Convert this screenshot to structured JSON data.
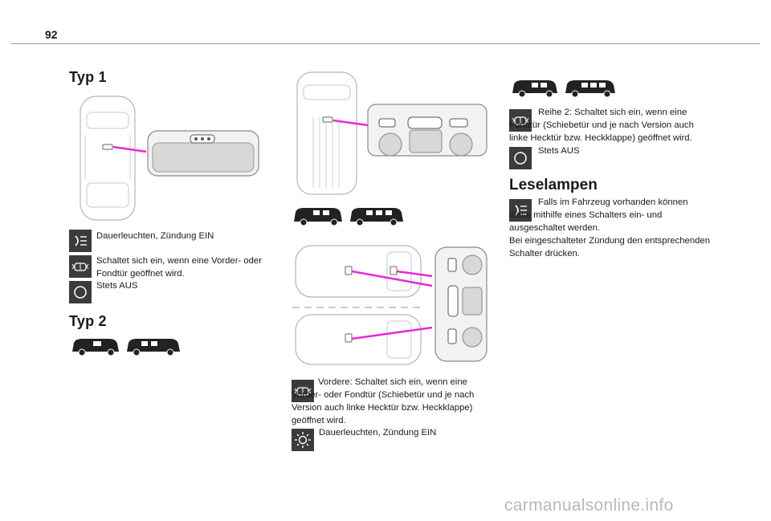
{
  "page_number": "92",
  "typ1": {
    "heading": "Typ 1",
    "rows": [
      {
        "icon": "interior-light-on-icon",
        "text": "Dauerleuchten, Zündung EIN"
      },
      {
        "icon": "door-open-light-icon",
        "text": "Schaltet sich ein, wenn eine Vorder- oder Fondtür geöffnet wird."
      },
      {
        "icon": "light-off-icon",
        "text": "Stets AUS"
      }
    ]
  },
  "typ2": {
    "heading": "Typ 2"
  },
  "middle": {
    "door_text": "Vordere: Schaltet sich ein, wenn eine Vorder- oder Fondtür (Schiebetür und je nach Version auch linke Hecktür bzw. Heckklappe) geöffnet wird.",
    "on_text": "Dauerleuchten, Zündung EIN"
  },
  "right": {
    "row2_text": "Reihe 2: Schaltet sich ein, wenn eine Fondtür (Schiebetür und je nach Version auch linke Hecktür bzw. Heckklappe) geöffnet wird.",
    "off_text": "Stets AUS",
    "leselampen": {
      "heading": "Leselampen",
      "text": "Falls im Fahrzeug vorhanden können diese mithilfe eines Schalters ein- und ausgeschaltet werden.",
      "text2": "Bei eingeschalteter Zündung den entsprechenden Schalter drücken."
    }
  },
  "watermark": "carmanualsonline.info",
  "colors": {
    "accent_line": "#e52ad6",
    "icon_bg": "#3b3b3b"
  }
}
